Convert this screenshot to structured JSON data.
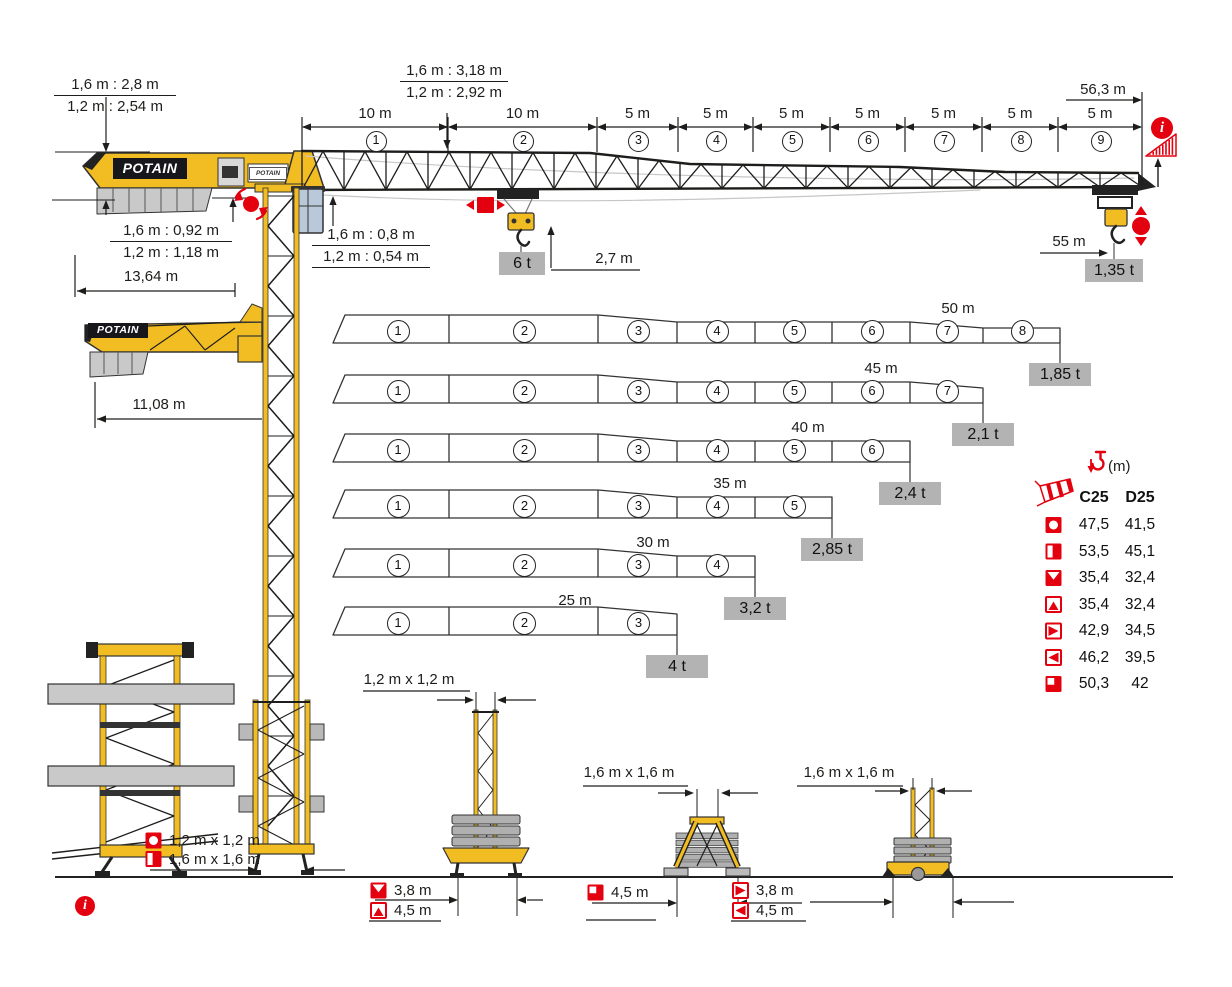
{
  "brand": "POTAIN",
  "icons": {
    "info_glyph": "i"
  },
  "colors": {
    "red": "#e3000f",
    "yellow": "#f2bd23",
    "gray_badge": "#b3b3b3"
  },
  "main": {
    "dims": {
      "counterjib_height_a": "1,6 m : 2,8 m",
      "counterjib_height_b": "1,2 m : 2,54 m",
      "jib_root_height_a": "1,6 m : 3,18 m",
      "jib_root_height_b": "1,2 m : 2,92 m",
      "counterjib_under_a": "1,6 m : 0,92 m",
      "counterjib_under_b": "1,2 m : 1,18 m",
      "counterjib_radius": "13,64 m",
      "jib_under_a": "1,6 m : 0,8 m",
      "jib_under_b": "1,2 m : 0,54 m",
      "hook_clearance": "2,7 m",
      "jib_total_length": "56,3 m",
      "max_radius": "55 m",
      "folded_radius": "11,08 m"
    },
    "capacity_max": "6 t",
    "capacity_tip": "1,35 t",
    "segments": [
      {
        "n": "1",
        "len": "10 m"
      },
      {
        "n": "2",
        "len": "10 m"
      },
      {
        "n": "3",
        "len": "5 m"
      },
      {
        "n": "4",
        "len": "5 m"
      },
      {
        "n": "5",
        "len": "5 m"
      },
      {
        "n": "6",
        "len": "5 m"
      },
      {
        "n": "7",
        "len": "5 m"
      },
      {
        "n": "8",
        "len": "5 m"
      },
      {
        "n": "9",
        "len": "5 m"
      }
    ]
  },
  "configs": [
    {
      "length": "50 m",
      "segs": [
        "1",
        "2",
        "3",
        "4",
        "5",
        "6",
        "7",
        "8"
      ],
      "cap": "1,85 t"
    },
    {
      "length": "45 m",
      "segs": [
        "1",
        "2",
        "3",
        "4",
        "5",
        "6",
        "7"
      ],
      "cap": "2,1 t"
    },
    {
      "length": "40 m",
      "segs": [
        "1",
        "2",
        "3",
        "4",
        "5",
        "6"
      ],
      "cap": "2,4 t"
    },
    {
      "length": "35 m",
      "segs": [
        "1",
        "2",
        "3",
        "4",
        "5"
      ],
      "cap": "2,85 t"
    },
    {
      "length": "30 m",
      "segs": [
        "1",
        "2",
        "3",
        "4"
      ],
      "cap": "3,2 t"
    },
    {
      "length": "25 m",
      "segs": [
        "1",
        "2",
        "3"
      ],
      "cap": "4 t"
    }
  ],
  "hook_table": {
    "unit": "(m)",
    "columns": [
      "C25",
      "D25"
    ],
    "rows": [
      {
        "icon": "mast-circle",
        "c25": "47,5",
        "d25": "41,5"
      },
      {
        "icon": "mast-half",
        "c25": "53,5",
        "d25": "45,1"
      },
      {
        "icon": "base-notch-top",
        "c25": "35,4",
        "d25": "32,4"
      },
      {
        "icon": "base-peak-bottom",
        "c25": "35,4",
        "d25": "32,4"
      },
      {
        "icon": "base-tri-right",
        "c25": "42,9",
        "d25": "34,5"
      },
      {
        "icon": "base-tri-left",
        "c25": "46,2",
        "d25": "39,5"
      },
      {
        "icon": "base-corner",
        "c25": "50,3",
        "d25": "42"
      }
    ]
  },
  "bases": {
    "mast_legend": [
      {
        "icon": "mast-circle",
        "label": "1,2 m x 1,2 m"
      },
      {
        "icon": "mast-half",
        "label": "1,6 m x 1,6 m"
      }
    ],
    "fixing_angle": {
      "top_label": "1,2 m x 1,2 m",
      "rows": [
        {
          "icon": "base-notch-top",
          "label": "3,8 m"
        },
        {
          "icon": "base-peak-bottom",
          "label": "4,5 m"
        }
      ]
    },
    "cross_base": {
      "top_label": "1,6 m x 1,6 m",
      "rows": [
        {
          "icon": "base-corner",
          "label": "4,5 m"
        }
      ]
    },
    "chassis_base": {
      "top_label": "1,6 m x 1,6 m",
      "rows": [
        {
          "icon": "base-tri-right",
          "label": "3,8 m"
        },
        {
          "icon": "base-tri-left",
          "label": "4,5 m"
        }
      ]
    }
  }
}
